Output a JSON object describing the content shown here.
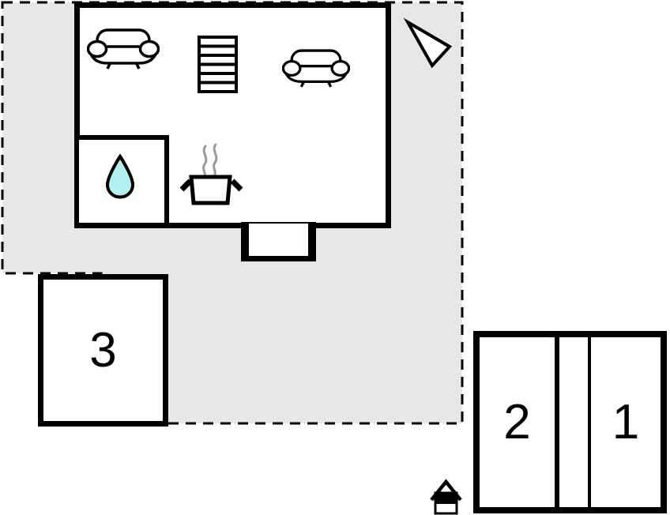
{
  "page": {
    "type": "floor-plan",
    "background": "#ffffff"
  },
  "colors": {
    "terrace": "#e7e7e7",
    "wall": "#000000",
    "drop-fill": "#b4f0f0",
    "steam": "#9a9a9a",
    "paper": "#ffffff"
  },
  "floor_plan": {
    "terrace": {
      "style": "dashed-outline",
      "fill": "#e7e7e7"
    },
    "rooms": [
      {
        "id": "room-1",
        "label": "1"
      },
      {
        "id": "room-2",
        "label": "2"
      },
      {
        "id": "room-3",
        "label": "3"
      }
    ],
    "icons": [
      {
        "name": "sofa-icon",
        "count": 2
      },
      {
        "name": "stairs-icon",
        "count": 1
      },
      {
        "name": "water-drop-icon",
        "count": 1
      },
      {
        "name": "cooking-pot-icon",
        "count": 1
      },
      {
        "name": "north-arrow-icon",
        "count": 1
      },
      {
        "name": "house-marker-icon",
        "count": 1
      }
    ]
  }
}
